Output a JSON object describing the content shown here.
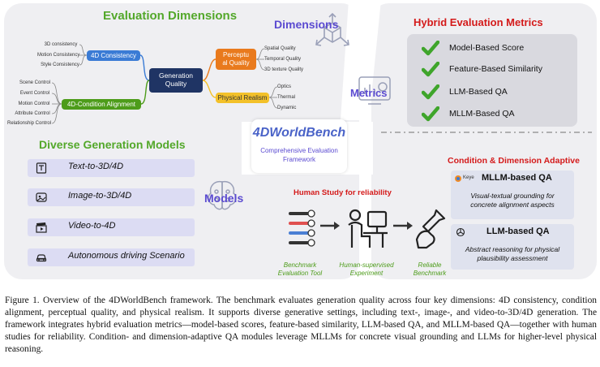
{
  "sections": {
    "eval_title": "Evaluation Dimensions",
    "dimensions_label": "Dimensions",
    "models_title": "Diverse Generation Models",
    "models_label": "Models",
    "metrics_title": "Hybrid Evaluation Metrics",
    "metrics_label": "Metrics",
    "adaptive_title": "Condition & Dimension Adaptive",
    "human_title": "Human Study for reliability"
  },
  "mindmap": {
    "center": [
      "Generation",
      "Quality"
    ],
    "consistency": {
      "label": "4D Consistency",
      "items": [
        "3D consistency",
        "Motion Consistency",
        "Style Consistency"
      ]
    },
    "alignment": {
      "label": "4D-Condition Alignment",
      "items": [
        "Scene Control",
        "Event Control",
        "Motion Control",
        "Attribute Control",
        "Relationship Control"
      ]
    },
    "perceptual": {
      "label": [
        "Perceptu",
        "al Quality"
      ],
      "items": [
        "Spatial Quality",
        "Temporal Quality",
        "3D texture Quality"
      ]
    },
    "physical": {
      "label": "Physical Realism",
      "items": [
        "Optics",
        "Thermal",
        "Dynamic"
      ]
    }
  },
  "models": [
    {
      "label": "Text-to-3D/4D",
      "icon": "text-doc-icon"
    },
    {
      "label": "Image-to-3D/4D",
      "icon": "image-icon"
    },
    {
      "label": "Video-to-4D",
      "icon": "clapperboard-icon"
    },
    {
      "label": "Autonomous driving Scenario",
      "icon": "car-icon"
    }
  ],
  "brand": {
    "name": "4DWorldBench",
    "subtitle": [
      "Comprehensive Evaluation",
      "Framework"
    ]
  },
  "metrics": [
    "Model-Based Score",
    "Feature-Based Similarity",
    "LLM-Based QA",
    "MLLM-Based QA"
  ],
  "qa": {
    "mllm": {
      "logo_text": "Keye",
      "title": "MLLM-based QA",
      "desc": [
        "Visual-textual grounding for",
        "concrete alignment aspects"
      ]
    },
    "llm": {
      "title": "LLM-based QA",
      "desc": [
        "Abstract reasoning for physical",
        "plausibility assessment"
      ]
    }
  },
  "human": [
    {
      "label": [
        "Benchmark",
        "Evaluation Tool"
      ]
    },
    {
      "label": [
        "Human-supervised",
        "Experiment"
      ]
    },
    {
      "label": [
        "Reliable",
        "Benchmark"
      ]
    }
  ],
  "colors": {
    "green": "#53a82a",
    "purple": "#5b4bd1",
    "red": "#d41a1a",
    "blue_title": "#4a63c8",
    "check": "#3fa52b"
  },
  "caption": [
    "Figure 1.  Overview of the 4DWorldBench framework.  The benchmark evaluates generation quality across four key dimensions: 4D consistency, condition alignment, perceptual quality, and physical realism. It supports diverse generative settings, including text-, image-, and video-to-3D/4D generation. The framework integrates hybrid evaluation metrics—model-based scores, feature-based similarity, LLM-based QA, and MLLM-based QA—together with human studies for reliability. Condition- and dimension-adaptive QA modules leverage MLLMs for concrete visual grounding and LLMs for higher-level physical reasoning."
  ]
}
